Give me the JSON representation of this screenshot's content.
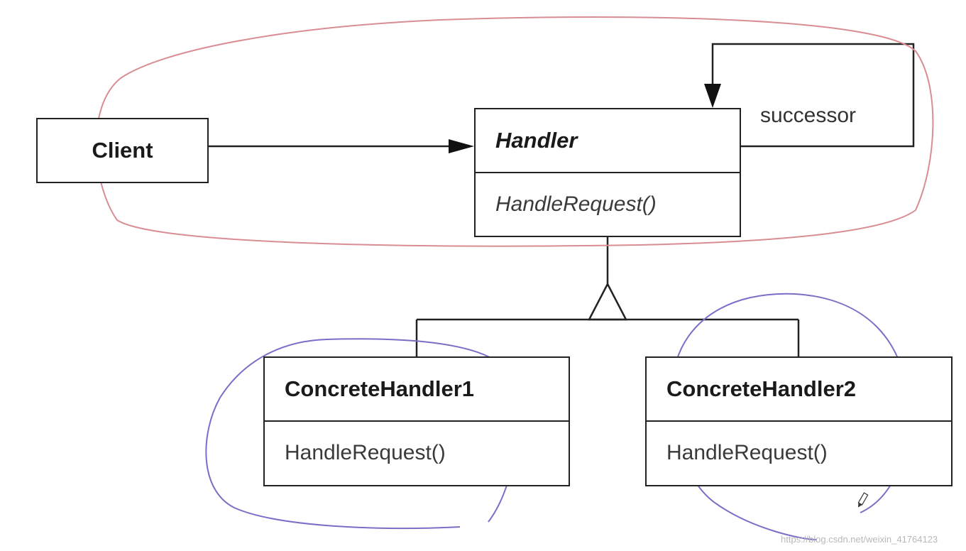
{
  "diagram": {
    "client": {
      "name": "Client"
    },
    "handler": {
      "name": "Handler",
      "operation": "HandleRequest()"
    },
    "association_label": "successor",
    "concrete_handler_1": {
      "name": "ConcreteHandler1",
      "operation": "HandleRequest()"
    },
    "concrete_handler_2": {
      "name": "ConcreteHandler2",
      "operation": "HandleRequest()"
    }
  },
  "annotations": {
    "red_loop_color": "#d98c93",
    "blue_loop_color": "#7a6fc8"
  },
  "icons": [
    "pencil-icon"
  ],
  "watermark": "https://blog.csdn.net/weixin_41764123"
}
